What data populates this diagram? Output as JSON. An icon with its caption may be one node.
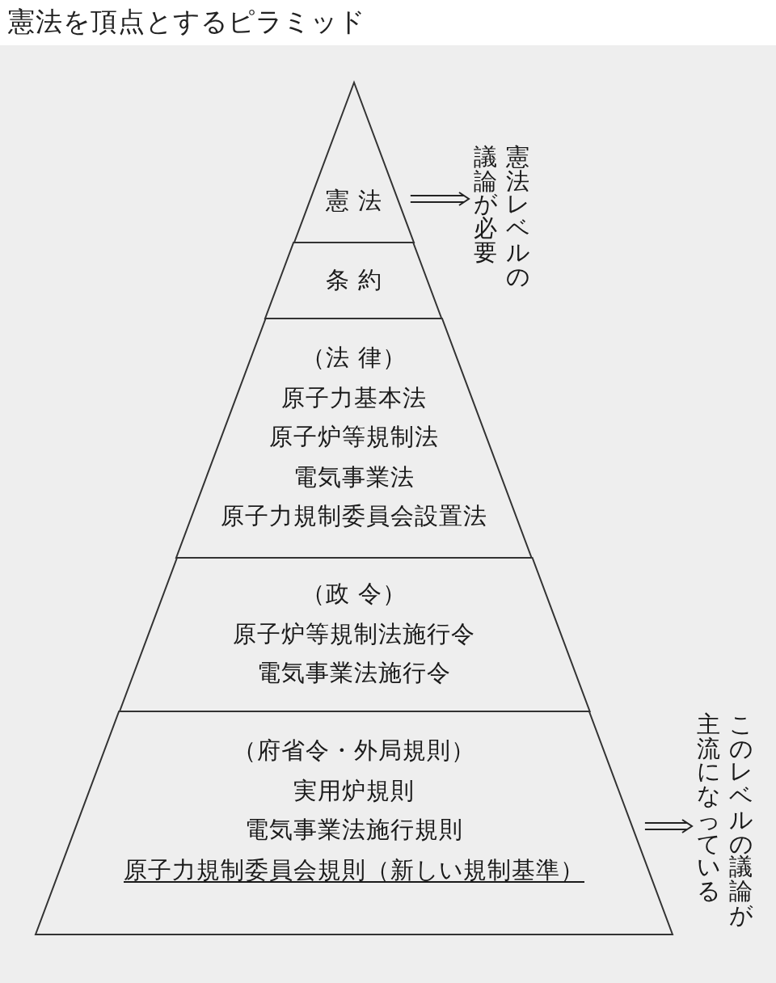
{
  "diagram": {
    "title": "憲法を頂点とするピラミッド",
    "nodes": [
      {
        "text": [
          "憲 法"
        ]
      },
      {
        "text": [
          "条 約"
        ]
      },
      {
        "text": [
          "（法 律）",
          "原子力基本法",
          "原子炉等規制法",
          "電気事業法",
          "原子力規制委員会設置法"
        ]
      },
      {
        "text": [
          "（政 令）",
          "原子炉等規制法施行令",
          "電気事業法施行令"
        ]
      },
      {
        "text": [
          "（府省令・外局規則）",
          "実用炉規則",
          "電気事業法施行規則",
          "原子力規制委員会規則（新しい規制基準）"
        ]
      },
      {
        "text": [
          "憲法レベルの議論が必要"
        ]
      },
      {
        "text": [
          "このレベルの議論が主流になっている"
        ]
      }
    ],
    "edges": [
      {
        "from": 0,
        "to": 5,
        "arrow": "to"
      },
      {
        "from": 4,
        "to": 6,
        "arrow": "to"
      }
    ]
  }
}
